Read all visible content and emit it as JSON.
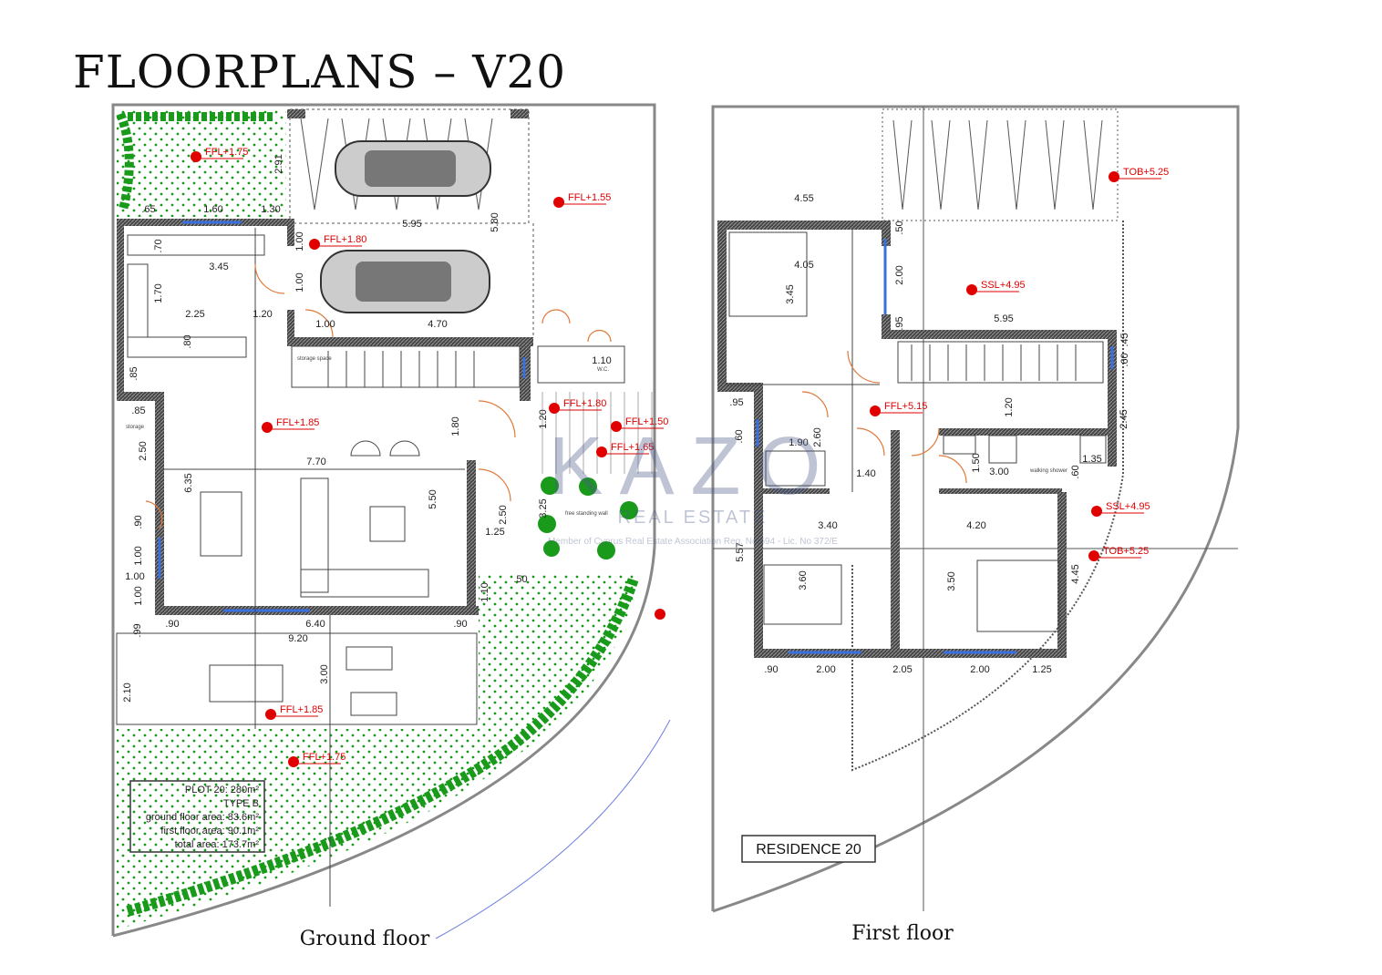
{
  "page_title": "FLOORPLANS – V20",
  "ground_floor": {
    "caption": "Ground floor",
    "levels": [
      "FFL+1.75",
      "FFL+1.55",
      "FFL+1.80",
      "FFL+1.80",
      "FFL+1.50",
      "FFL+1.65",
      "FFL+1.85",
      "FFL+1.85",
      "FFL+1.75"
    ],
    "dimensions": [
      ".65",
      "1.60",
      "1.30",
      "2.91",
      "5.95",
      "5.80",
      ".70",
      "3.45",
      "1.00",
      "1.70",
      "1.00",
      "2.25",
      "1.20",
      "1.00",
      "4.70",
      ".80",
      ".85",
      ".85",
      "2.50",
      "1.80",
      "7.70",
      "6.35",
      "5.50",
      "2.50",
      "3.25",
      "1.25",
      ".90",
      "1.00",
      "1.00",
      "1.00",
      ".90",
      "6.40",
      ".90",
      "9.20",
      ".99",
      "3.00",
      "2.10",
      "1.10",
      "1.10",
      ".50",
      "1.20"
    ],
    "room_notes": [
      "storage space",
      "storage",
      "free standing wall",
      "W.C."
    ],
    "plot_info": [
      "PLOT 20: 280m²",
      "TYPE B",
      "ground floor area: 83.6m²",
      "first floor area: 90.1m²",
      "total area: 173.7m²"
    ]
  },
  "first_floor": {
    "caption": "First floor",
    "residence_label": "RESIDENCE 20",
    "levels": [
      "TOB+5.25",
      "SSL+4.95",
      "FFL+5.15",
      "SSL+4.95",
      "TOB+5.25"
    ],
    "dimensions": [
      "4.55",
      ".50",
      "4.05",
      "3.45",
      "2.00",
      ".95",
      "5.95",
      ".45",
      ".60",
      "1.20",
      "2.45",
      ".95",
      ".60",
      "1.90",
      "2.60",
      "1.40",
      "1.50",
      "3.00",
      "1.35",
      ".60",
      "3.40",
      "4.20",
      "5.57",
      "3.60",
      "3.50",
      "4.45",
      ".90",
      "2.00",
      "2.05",
      "2.00",
      "1.25"
    ],
    "room_notes": [
      "walking shower"
    ]
  },
  "watermark": {
    "brand": "KAZO",
    "sub": "REAL ESTATE",
    "line": "Member of Cyprus Real Estate Association    Reg. No 694 - Lic. No 372/E"
  },
  "colors": {
    "wall": "#333333",
    "level_marker": "#e00000",
    "garden": "#1a9a1a",
    "window": "#3a6fe0",
    "door": "#e07a3a"
  }
}
